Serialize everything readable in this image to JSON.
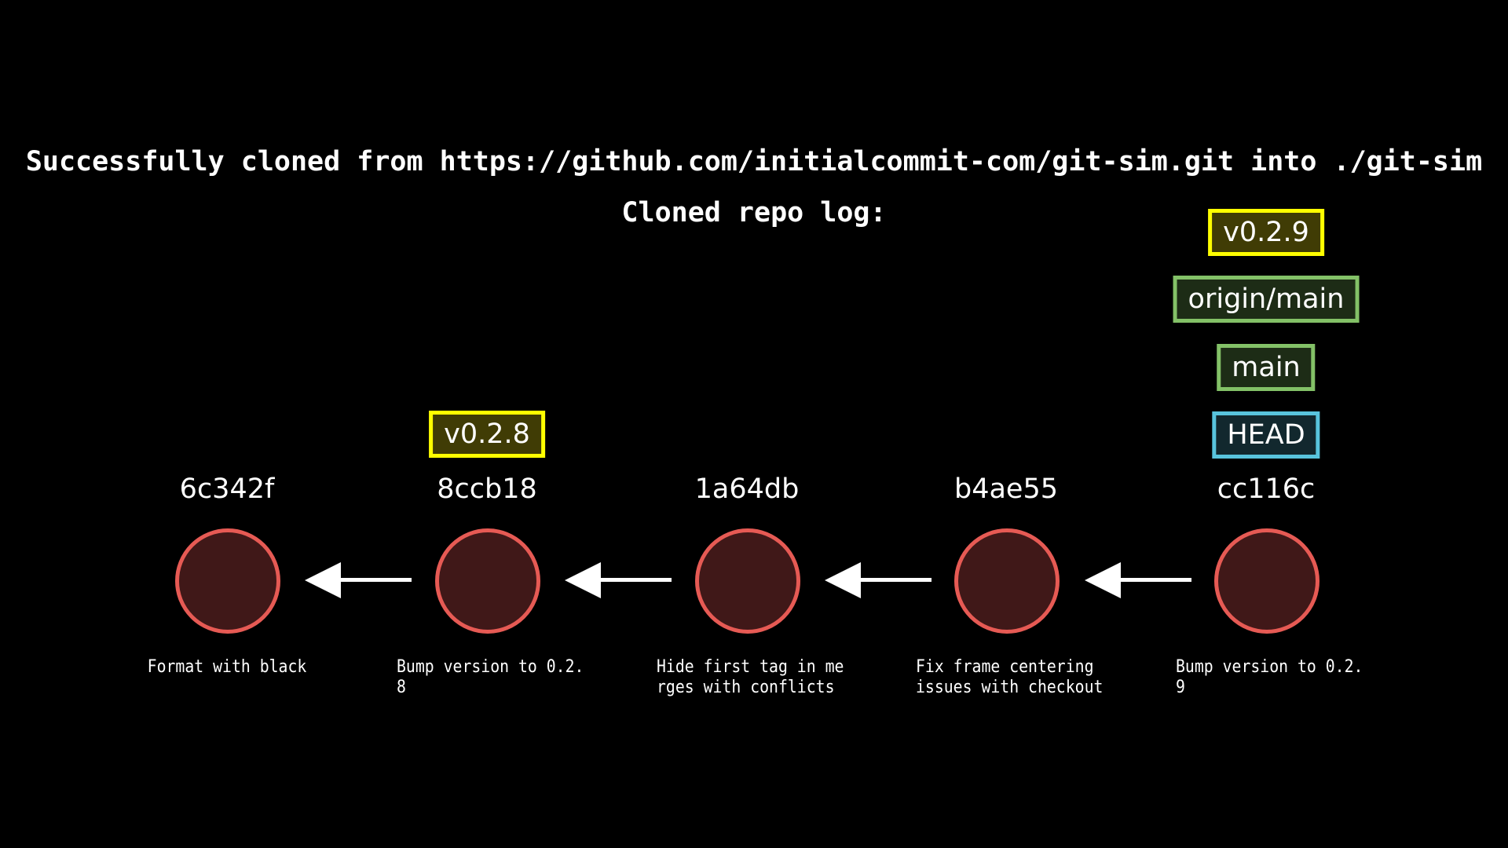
{
  "title": "Successfully cloned from https://github.com/initialcommit-com/git-sim.git into ./git-sim",
  "subtitle": "Cloned repo log:",
  "colors": {
    "background": "#000000",
    "commit_stroke": "#e65a54",
    "commit_fill": "#401818",
    "tag_border": "#ffff00",
    "branch_border": "#83c167",
    "head_border": "#58c4dd",
    "arrow": "#ffffff"
  },
  "commits": [
    {
      "hash": "6c342f",
      "message": "Format with black",
      "refs": []
    },
    {
      "hash": "8ccb18",
      "message": "Bump version to 0.2.\n8",
      "refs": [
        {
          "label": "v0.2.8",
          "type": "tag"
        }
      ]
    },
    {
      "hash": "1a64db",
      "message": "Hide first tag in me\nrges with conflicts",
      "refs": []
    },
    {
      "hash": "b4ae55",
      "message": "Fix frame centering\nissues with checkout",
      "refs": []
    },
    {
      "hash": "cc116c",
      "message": "Bump version to 0.2.\n9",
      "refs": [
        {
          "label": "v0.2.9",
          "type": "tag"
        },
        {
          "label": "origin/main",
          "type": "branch"
        },
        {
          "label": "main",
          "type": "branch"
        },
        {
          "label": "HEAD",
          "type": "head"
        }
      ]
    }
  ]
}
